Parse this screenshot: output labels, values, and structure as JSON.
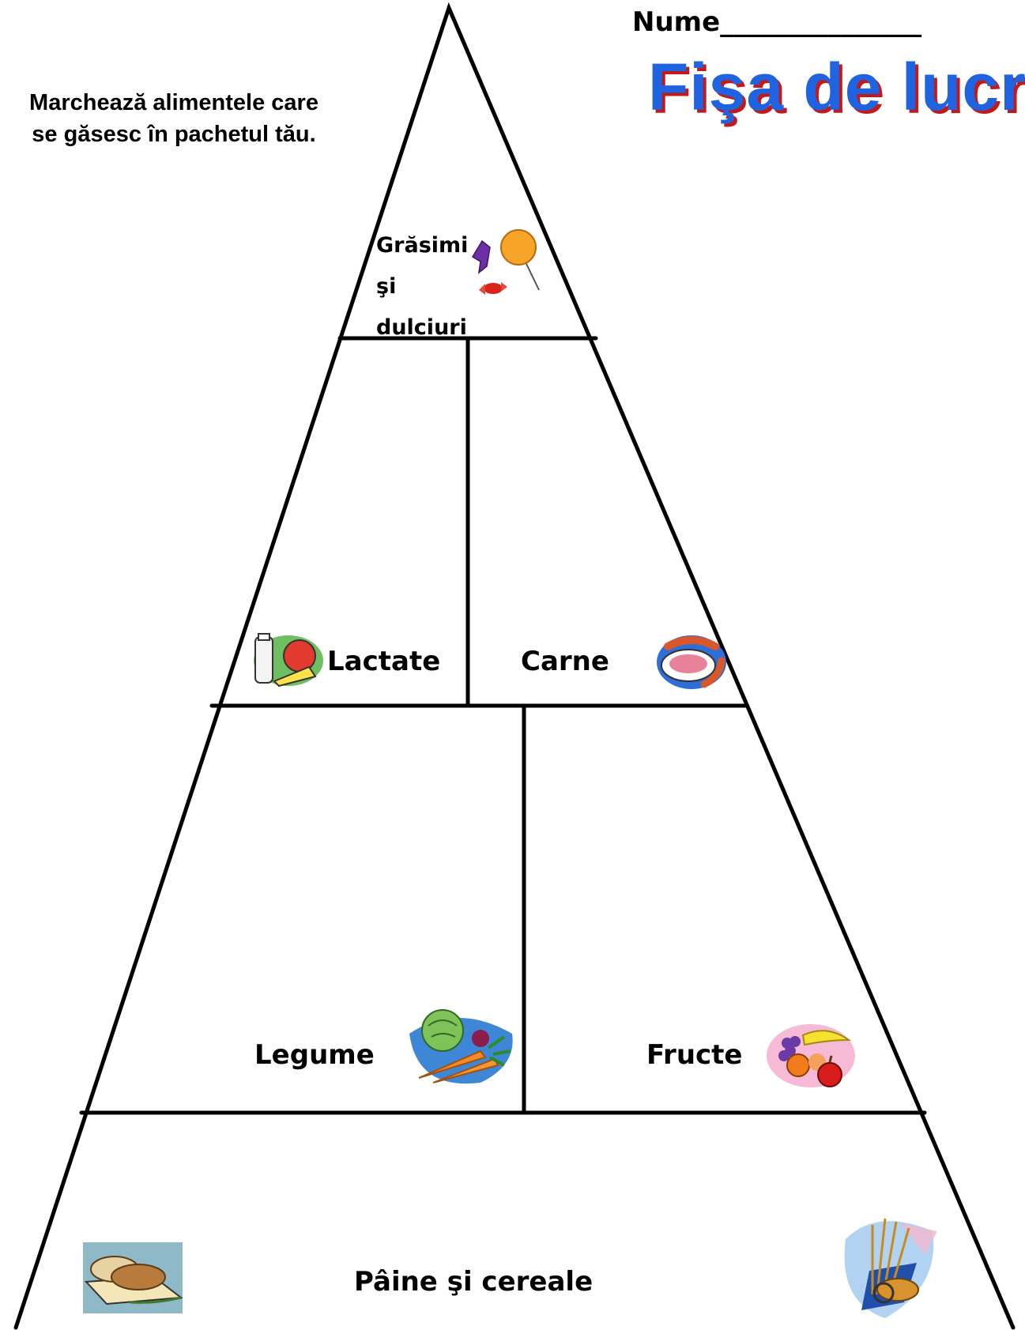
{
  "header": {
    "name_label": "Nume_______________",
    "title": "Fişa de lucru"
  },
  "instructions": "Marchează alimentele care se găsesc în pachetul tău.",
  "pyramid": {
    "top": {
      "line1": "Grăsimi",
      "line2": "şi",
      "line3": "dulciuri",
      "icon": "candy-icon"
    },
    "dairy": {
      "label": "Lactate",
      "icon": "dairy-icon"
    },
    "meat": {
      "label": "Carne",
      "icon": "meat-icon"
    },
    "vegetables": {
      "label": "Legume",
      "icon": "vegetables-icon"
    },
    "fruits": {
      "label": "Fructe",
      "icon": "fruits-icon"
    },
    "grains": {
      "label": "Pâine şi cereale",
      "icons": [
        "bread-icon",
        "wheat-icon"
      ]
    }
  },
  "colors": {
    "title_fill": "#1f63e0",
    "title_shadow": "#c21a1a",
    "lines": "#000000"
  }
}
